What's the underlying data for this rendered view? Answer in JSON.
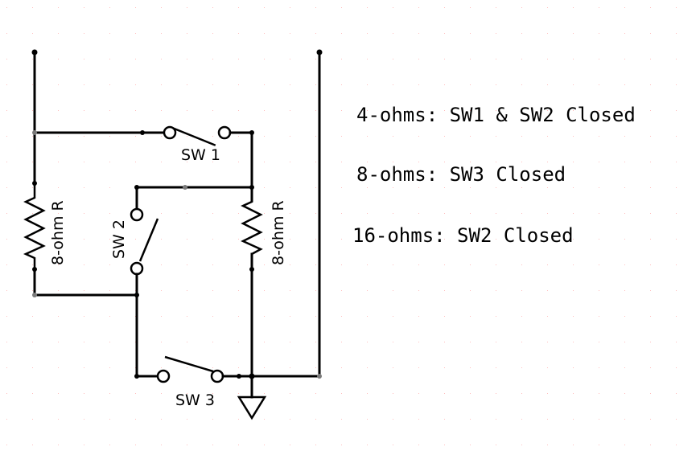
{
  "labels": {
    "sw1": "SW 1",
    "sw2": "SW 2",
    "sw3": "SW 3",
    "r_left": "8-ohm R",
    "r_right": "8-ohm R"
  },
  "notes": [
    "4-ohms: SW1 & SW2 Closed",
    "8-ohms: SW3 Closed",
    "16-ohms: SW2 Closed"
  ],
  "colors": {
    "line": "#000000",
    "grid_dot": "#ff9090",
    "background": "#ffffff"
  }
}
